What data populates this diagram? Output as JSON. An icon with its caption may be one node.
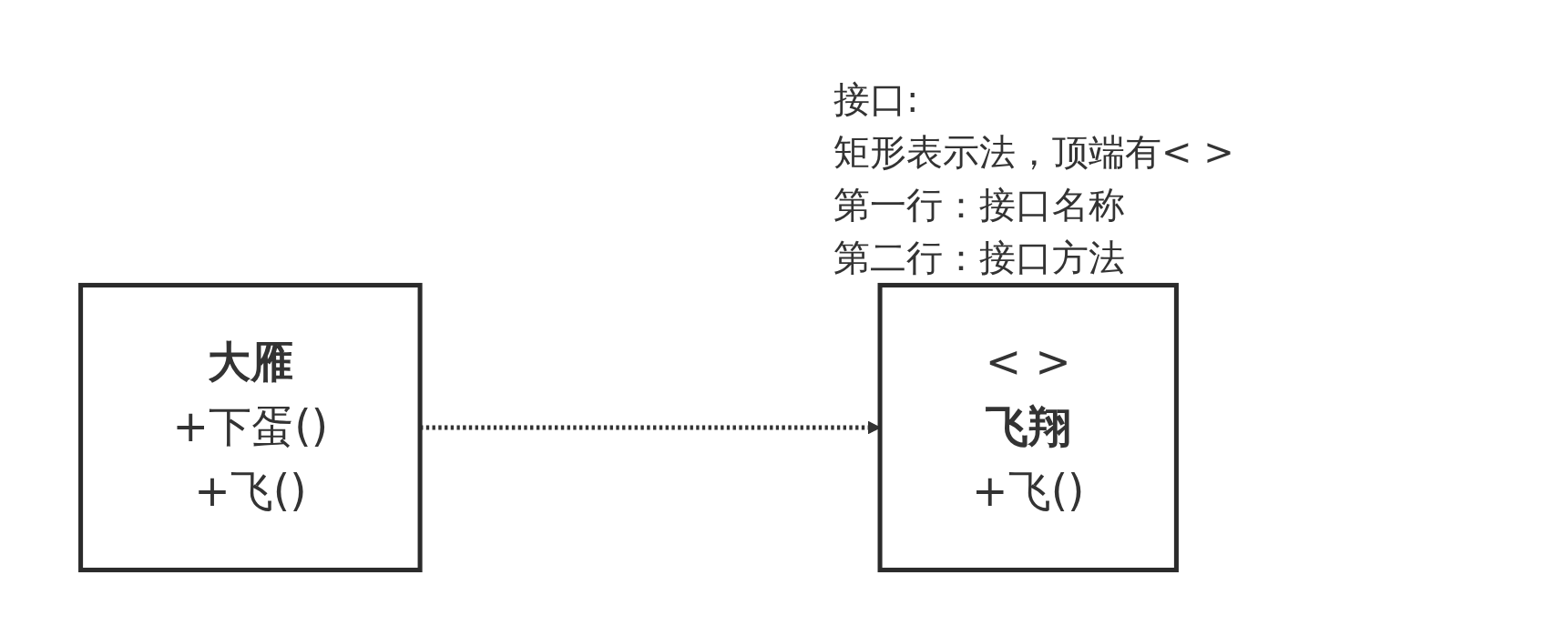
{
  "diagram": {
    "nodes": [
      {
        "text": [
          "大雁",
          "+下蛋()",
          "+飞()"
        ]
      },
      {
        "text": [
          "< >",
          "飞翔",
          "+飞()"
        ]
      }
    ],
    "edges": [
      {
        "from": 0,
        "to": 1,
        "arrow": "to",
        "style": "dashed"
      }
    ],
    "labels": [
      "接口:",
      "矩形表示法，顶端有< >",
      "第一行：接口名称",
      "第二行：接口方法"
    ]
  }
}
